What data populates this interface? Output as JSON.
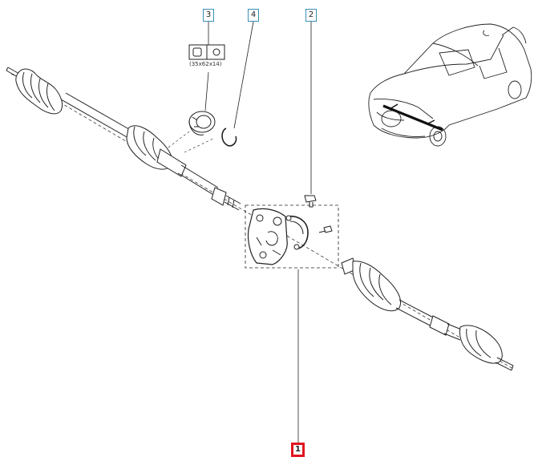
{
  "callouts": {
    "c1": "1",
    "c2": "2",
    "c3": "3",
    "c4": "4"
  },
  "bearing_size": "(35x62x14)",
  "colors": {
    "callout_border": "#3a8fb5",
    "selected_border": "#e0141e",
    "line": "#222222"
  }
}
